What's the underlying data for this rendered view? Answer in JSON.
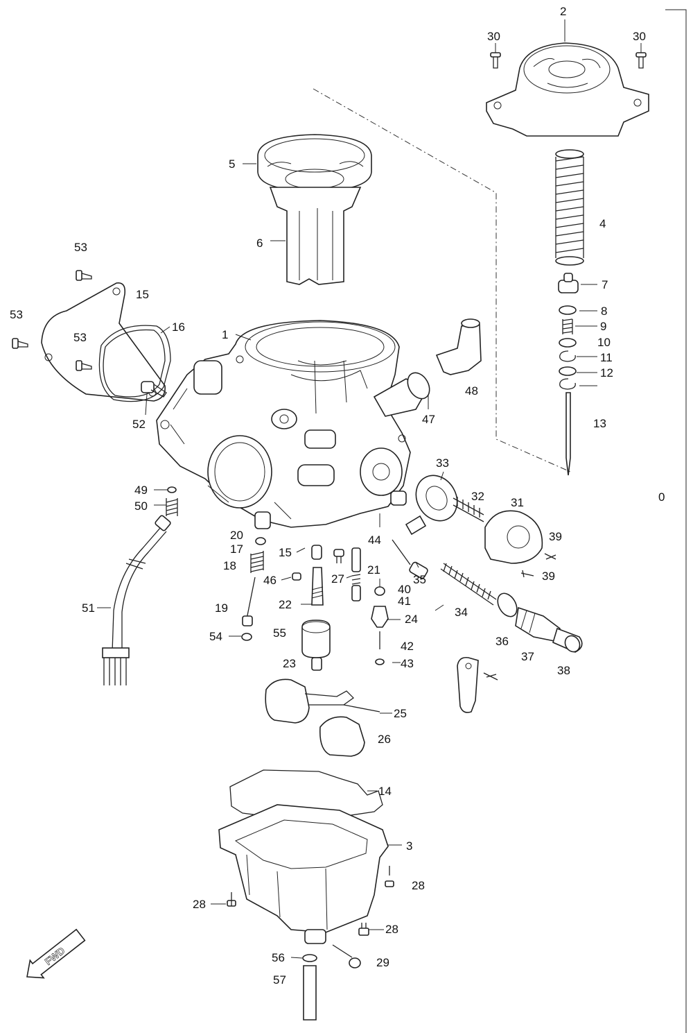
{
  "labels": {
    "l2": "2",
    "l30a": "30",
    "l30b": "30",
    "l5": "5",
    "l4": "4",
    "l6": "6",
    "l7": "7",
    "l8": "8",
    "l9": "9",
    "l10": "10",
    "l11": "11",
    "l12": "12",
    "l13": "13",
    "l53a": "53",
    "l15a": "15",
    "l53b": "53",
    "l16": "16",
    "l1": "1",
    "l53c": "53",
    "l48": "48",
    "l47": "47",
    "l52": "52",
    "l33": "33",
    "l32": "32",
    "l31": "31",
    "l0": "0",
    "l49": "49",
    "l50": "50",
    "l20": "20",
    "l17": "17",
    "l18": "18",
    "l15b": "15",
    "l44": "44",
    "l39a": "39",
    "l39b": "39",
    "l46": "46",
    "l27": "27",
    "l21": "21",
    "l35": "35",
    "l40": "40",
    "l41": "41",
    "l51": "51",
    "l19": "19",
    "l22": "22",
    "l24": "24",
    "l34": "34",
    "l54": "54",
    "l55": "55",
    "l36": "36",
    "l42": "42",
    "l37": "37",
    "l23": "23",
    "l43": "43",
    "l38": "38",
    "l25": "25",
    "l26": "26",
    "l14": "14",
    "l3": "3",
    "l28a": "28",
    "l28b": "28",
    "l28c": "28",
    "l56": "56",
    "l29": "29",
    "l57": "57",
    "fwd": "FWD"
  }
}
